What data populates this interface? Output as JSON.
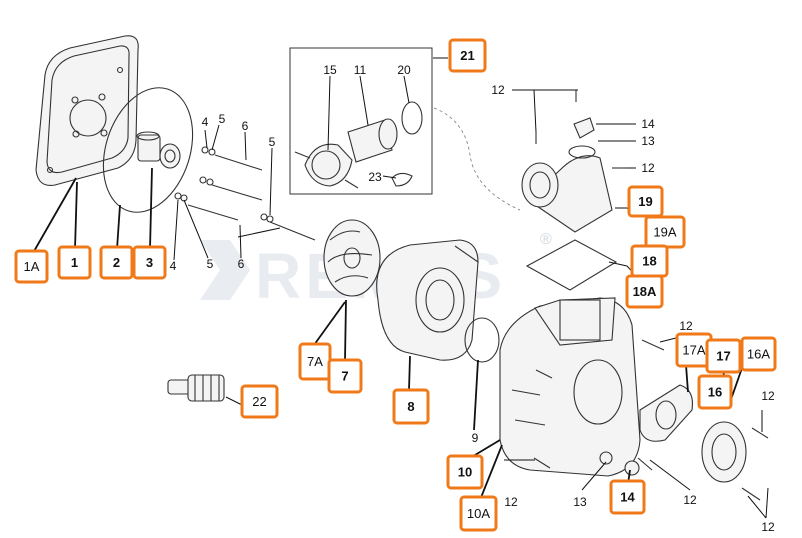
{
  "diagram": {
    "watermark": "REMAS",
    "registered_mark": "®",
    "callouts": {
      "c1A": "1A",
      "c1": "1",
      "c2": "2",
      "c3": "3",
      "c7A": "7A",
      "c7": "7",
      "c8": "8",
      "c10": "10",
      "c10A": "10A",
      "c14b": "14",
      "c16": "16",
      "c16A": "16A",
      "c17": "17",
      "c17A": "17A",
      "c18": "18",
      "c18A": "18A",
      "c19": "19",
      "c19A": "19A",
      "c21": "21",
      "c22": "22"
    },
    "labels": {
      "p4a": "4",
      "p5a": "5",
      "p6a": "6",
      "p5b": "5",
      "p4b": "4",
      "p5c": "5",
      "p6b": "6",
      "p15": "15",
      "p11": "11",
      "p20": "20",
      "p23": "23",
      "p12a": "12",
      "p14a": "14",
      "p13a": "13",
      "p12b": "12",
      "p12c": "12",
      "p9": "9",
      "p12d": "12",
      "p13b": "13",
      "p12e": "12",
      "p12f": "12",
      "p12g": "12"
    }
  }
}
